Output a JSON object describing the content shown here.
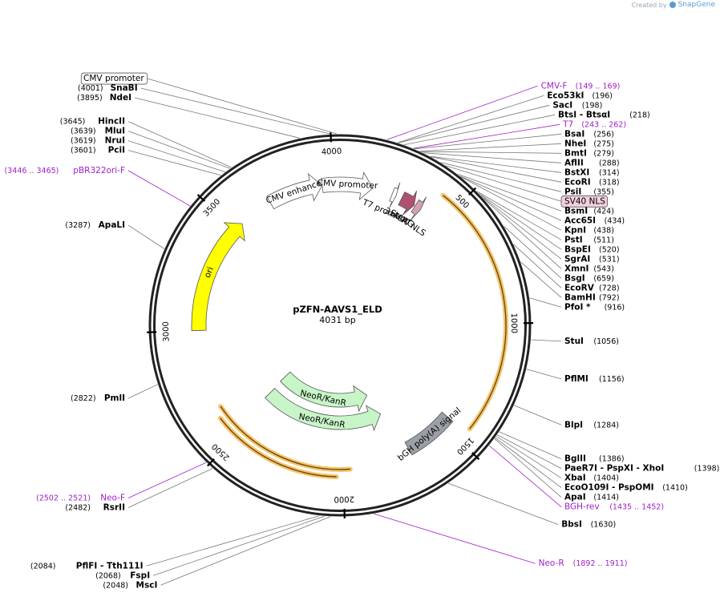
{
  "credit": {
    "prefix": "Created by",
    "brand": "SnapGene"
  },
  "plasmid": {
    "name": "pZFN-AAVS1_ELD",
    "length_label": "4031 bp",
    "total_bp": 4031
  },
  "ticks": [
    {
      "bp": 500,
      "label": "500"
    },
    {
      "bp": 1000,
      "label": "1000"
    },
    {
      "bp": 1500,
      "label": "1500"
    },
    {
      "bp": 2000,
      "label": "2000"
    },
    {
      "bp": 2500,
      "label": "2500"
    },
    {
      "bp": 3000,
      "label": "3000"
    },
    {
      "bp": 3500,
      "label": "3500"
    },
    {
      "bp": 4000,
      "label": "4000"
    }
  ],
  "features": [
    {
      "name": "CMV enhancer",
      "start": 3700,
      "end": 3950,
      "type": "arrow",
      "color": "#ffffff",
      "track": "t1",
      "dir": 1
    },
    {
      "name": "CMV promoter",
      "start": 3950,
      "end": 150,
      "type": "arrow",
      "color": "#ffffff",
      "track": "t1",
      "dir": 1
    },
    {
      "name": "T7 promoter",
      "start": 243,
      "end": 262,
      "type": "arrow",
      "color": "#ffffff",
      "track": "t1",
      "dir": 1
    },
    {
      "name": "3xFLAG",
      "start": 290,
      "end": 355,
      "type": "arrow",
      "color": "#b05070",
      "track": "t1",
      "dir": 1
    },
    {
      "name": "SV40 NLS",
      "start": 360,
      "end": 390,
      "type": "arrow",
      "color": "#d4a0b8",
      "track": "t1",
      "dir": 1
    },
    {
      "name": "bGH poly(A) signal",
      "start": 1460,
      "end": 1690,
      "type": "block",
      "color": "#9aa0a6",
      "track": "t1",
      "dir": 0
    },
    {
      "name": "NeoR/KanR",
      "start": 1740,
      "end": 2530,
      "type": "arrow",
      "color": "#c8f5c8",
      "track": "t2",
      "dir": -1
    },
    {
      "name": "NeoR/KanR",
      "start": 1780,
      "end": 2540,
      "type": "arrow",
      "color": "#c8f5c8",
      "track": "t3",
      "dir": -1
    },
    {
      "name": "ori",
      "start": 3000,
      "end": 3540,
      "type": "arrow",
      "color": "#ffff00",
      "track": "t1",
      "dir": 1
    }
  ],
  "orfs": [
    {
      "start": 430,
      "end": 1440,
      "dir": 1
    },
    {
      "start": 1970,
      "end": 2640,
      "dir": -1
    },
    {
      "start": 2030,
      "end": 2600,
      "dir": 1
    }
  ],
  "enzymes": [
    {
      "name": "SnaBI",
      "pos": "(4001)",
      "bp": 4001
    },
    {
      "name": "NdeI",
      "pos": "(3895)",
      "bp": 3895
    },
    {
      "name": "HincII",
      "pos": "(3645)",
      "bp": 3645
    },
    {
      "name": "MluI",
      "pos": "(3639)",
      "bp": 3639
    },
    {
      "name": "NruI",
      "pos": "(3619)",
      "bp": 3619
    },
    {
      "name": "PciI",
      "pos": "(3601)",
      "bp": 3601
    },
    {
      "name": "ApaLI",
      "pos": "(3287)",
      "bp": 3287
    },
    {
      "name": "PmlI",
      "pos": "(2822)",
      "bp": 2822
    },
    {
      "name": "RsrII",
      "pos": "(2482)",
      "bp": 2482
    },
    {
      "name": "PflFI",
      "pos": "(2084)",
      "bp": 2084,
      "extra": "- Tth111I"
    },
    {
      "name": "FspI",
      "pos": "(2068)",
      "bp": 2068
    },
    {
      "name": "MscI",
      "pos": "(2048)",
      "bp": 2048
    },
    {
      "name": "Eco53kI",
      "pos": "(196)",
      "bp": 196
    },
    {
      "name": "SacI",
      "pos": "(198)",
      "bp": 198
    },
    {
      "name": "BtsI",
      "pos": "(218)",
      "bp": 218,
      "extra": "- BtsαI"
    },
    {
      "name": "BsaI",
      "pos": "(256)",
      "bp": 256
    },
    {
      "name": "NheI",
      "pos": "(275)",
      "bp": 275
    },
    {
      "name": "BmtI",
      "pos": "(279)",
      "bp": 279
    },
    {
      "name": "AflII",
      "pos": "(288)",
      "bp": 288
    },
    {
      "name": "BstXI",
      "pos": "(314)",
      "bp": 314
    },
    {
      "name": "EcoRI",
      "pos": "(318)",
      "bp": 318
    },
    {
      "name": "PsiI",
      "pos": "(355)",
      "bp": 355
    },
    {
      "name": "BsmI",
      "pos": "(424)",
      "bp": 424
    },
    {
      "name": "Acc65I",
      "pos": "(434)",
      "bp": 434
    },
    {
      "name": "KpnI",
      "pos": "(438)",
      "bp": 438
    },
    {
      "name": "PstI",
      "pos": "(511)",
      "bp": 511
    },
    {
      "name": "BspEI",
      "pos": "(520)",
      "bp": 520
    },
    {
      "name": "SgrAI",
      "pos": "(531)",
      "bp": 531
    },
    {
      "name": "XmnI",
      "pos": "(543)",
      "bp": 543
    },
    {
      "name": "BsgI",
      "pos": "(659)",
      "bp": 659
    },
    {
      "name": "EcoRV",
      "pos": "(728)",
      "bp": 728
    },
    {
      "name": "BamHI",
      "pos": "(792)",
      "bp": 792
    },
    {
      "name": "PfoI *",
      "pos": "(916)",
      "bp": 916
    },
    {
      "name": "StuI",
      "pos": "(1056)",
      "bp": 1056
    },
    {
      "name": "PflMI",
      "pos": "(1156)",
      "bp": 1156
    },
    {
      "name": "BlpI",
      "pos": "(1284)",
      "bp": 1284
    },
    {
      "name": "BglII",
      "pos": "(1386)",
      "bp": 1386
    },
    {
      "name": "PaeR7I",
      "pos": "(1398)",
      "bp": 1398,
      "extra": "- PspXI   - XhoI"
    },
    {
      "name": "XbaI",
      "pos": "(1404)",
      "bp": 1404
    },
    {
      "name": "EcoO109I",
      "pos": "(1410)",
      "bp": 1410,
      "extra": "- PspOMI"
    },
    {
      "name": "ApaI",
      "pos": "(1414)",
      "bp": 1414
    },
    {
      "name": "BbsI",
      "pos": "(1630)",
      "bp": 1630
    }
  ],
  "primers": [
    {
      "name": "CMV-F",
      "pos": "(149 .. 169)",
      "bp": 159
    },
    {
      "name": "T7",
      "pos": "(243 .. 262)",
      "bp": 252
    },
    {
      "name": "pBR322ori-F",
      "pos": "(3446 .. 3465)",
      "bp": 3455
    },
    {
      "name": "BGH-rev",
      "pos": "(1435 .. 1452)",
      "bp": 1443
    },
    {
      "name": "Neo-R",
      "pos": "(1892 .. 1911)",
      "bp": 1901
    },
    {
      "name": "Neo-F",
      "pos": "(2502 .. 2521)",
      "bp": 2511
    }
  ],
  "boxed_labels": [
    {
      "name": "CMV promoter",
      "bp": 4020
    },
    {
      "name": "SV40 NLS",
      "bp": 375
    }
  ]
}
